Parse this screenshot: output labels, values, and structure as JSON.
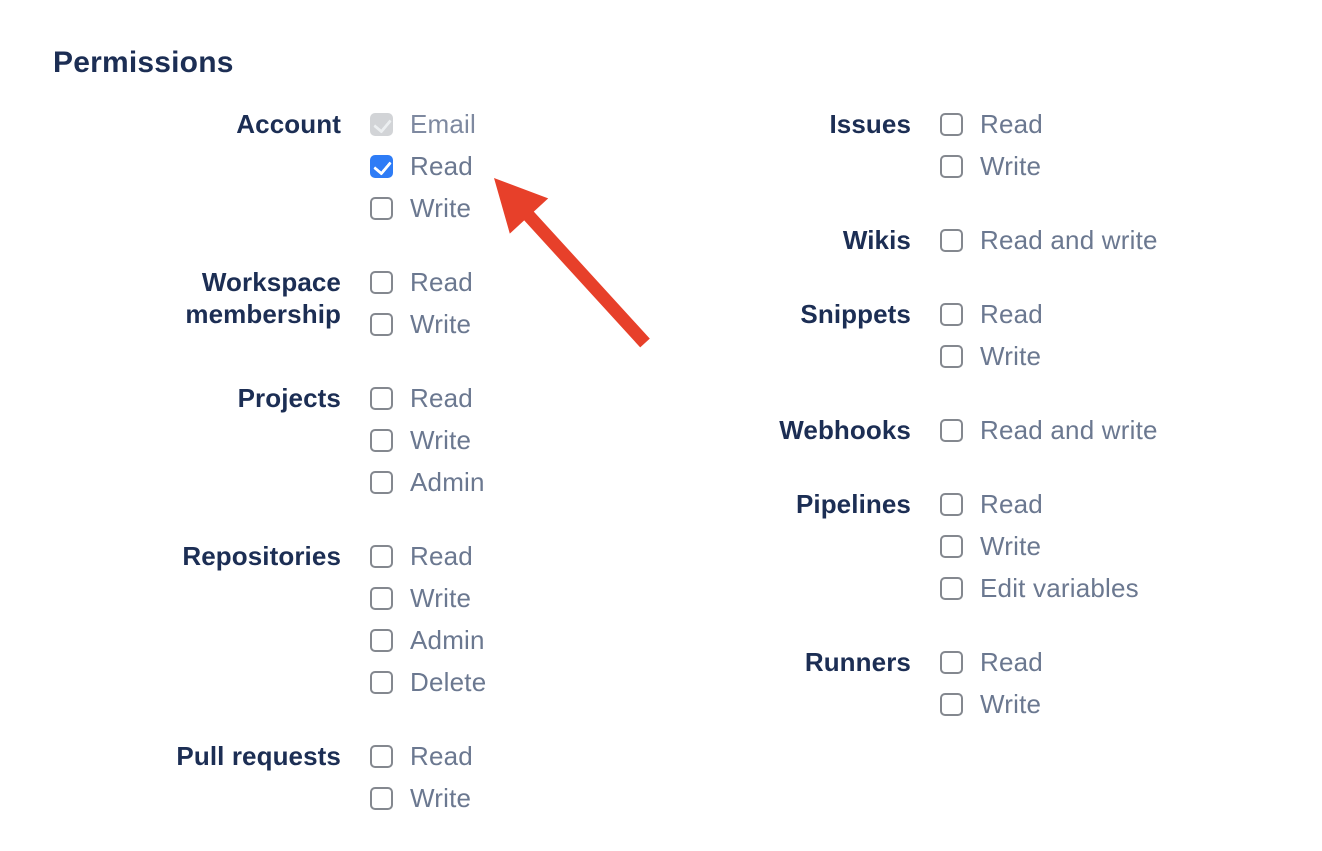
{
  "heading": {
    "title": "Permissions"
  },
  "colors": {
    "navy": "#1C2E54",
    "slate": "#6B7890",
    "slate_disabled": "#7E89A0",
    "accent": "#2E7CF6",
    "checkbox_border": "#84888F",
    "disabled_bg": "#D2D4D7",
    "disabled_check": "#ECEFF1",
    "arrow": "#E7402A"
  },
  "annotation": {
    "type": "arrow",
    "color": "#E7402A",
    "points_to": "account-read-checkbox"
  },
  "columns": [
    {
      "groups": [
        {
          "label": "Account",
          "options": [
            {
              "label": "Email",
              "state": "checked-disabled"
            },
            {
              "label": "Read",
              "state": "checked"
            },
            {
              "label": "Write",
              "state": "unchecked"
            }
          ]
        },
        {
          "label": "Workspace membership",
          "options": [
            {
              "label": "Read",
              "state": "unchecked"
            },
            {
              "label": "Write",
              "state": "unchecked"
            }
          ]
        },
        {
          "label": "Projects",
          "options": [
            {
              "label": "Read",
              "state": "unchecked"
            },
            {
              "label": "Write",
              "state": "unchecked"
            },
            {
              "label": "Admin",
              "state": "unchecked"
            }
          ]
        },
        {
          "label": "Repositories",
          "options": [
            {
              "label": "Read",
              "state": "unchecked"
            },
            {
              "label": "Write",
              "state": "unchecked"
            },
            {
              "label": "Admin",
              "state": "unchecked"
            },
            {
              "label": "Delete",
              "state": "unchecked"
            }
          ]
        },
        {
          "label": "Pull requests",
          "options": [
            {
              "label": "Read",
              "state": "unchecked"
            },
            {
              "label": "Write",
              "state": "unchecked"
            }
          ]
        }
      ]
    },
    {
      "groups": [
        {
          "label": "Issues",
          "options": [
            {
              "label": "Read",
              "state": "unchecked"
            },
            {
              "label": "Write",
              "state": "unchecked"
            }
          ]
        },
        {
          "label": "Wikis",
          "options": [
            {
              "label": "Read and write",
              "state": "unchecked"
            }
          ]
        },
        {
          "label": "Snippets",
          "options": [
            {
              "label": "Read",
              "state": "unchecked"
            },
            {
              "label": "Write",
              "state": "unchecked"
            }
          ]
        },
        {
          "label": "Webhooks",
          "options": [
            {
              "label": "Read and write",
              "state": "unchecked"
            }
          ]
        },
        {
          "label": "Pipelines",
          "options": [
            {
              "label": "Read",
              "state": "unchecked"
            },
            {
              "label": "Write",
              "state": "unchecked"
            },
            {
              "label": "Edit variables",
              "state": "unchecked"
            }
          ]
        },
        {
          "label": "Runners",
          "options": [
            {
              "label": "Read",
              "state": "unchecked"
            },
            {
              "label": "Write",
              "state": "unchecked"
            }
          ]
        }
      ]
    }
  ]
}
